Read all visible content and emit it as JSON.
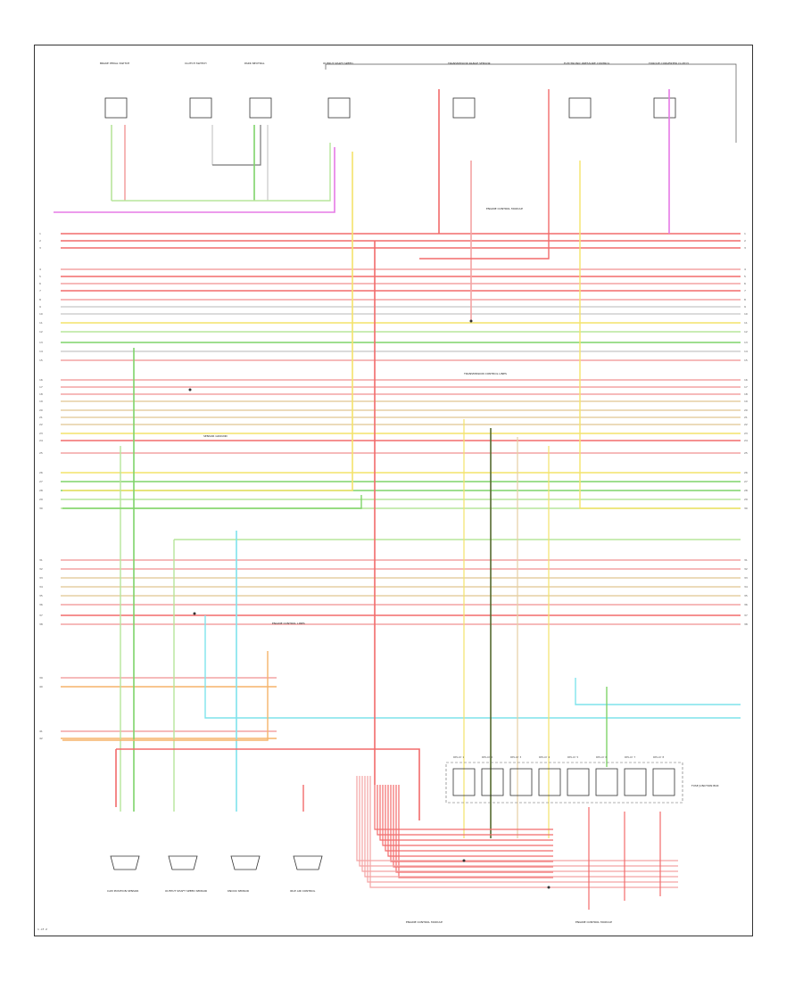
{
  "diagram": {
    "footer_code": "1 of 2",
    "module_title": "ENGINE CONTROL MODULE",
    "colors": {
      "red": "#f26b6b",
      "pink": "#f4a3a3",
      "orange": "#f6b46a",
      "yellow": "#f4e36a",
      "green": "#7fd46a",
      "light_green": "#b7e59b",
      "cyan": "#7fe3ec",
      "magenta": "#e67ae6",
      "gray": "#cfcfcf",
      "tan": "#e5cfa3"
    },
    "top_components": [
      {
        "label": "BRAKE PEDAL SWITCH",
        "icon": "switch-icon"
      },
      {
        "label": "CLUTCH SWITCH",
        "icon": "switch-icon"
      },
      {
        "label": "PARK NEUTRAL",
        "icon": "switch-icon"
      },
      {
        "label": "OUTPUT SHAFT SPEED",
        "icon": "sensor-icon"
      },
      {
        "label": "TRANSMISSION RANGE SENSOR",
        "icon": "sensor-icon"
      },
      {
        "label": "ELECTRONIC PRESSURE CONTROL",
        "icon": "solenoid-icon"
      },
      {
        "label": "TORQUE CONVERTER CLUTCH",
        "icon": "solenoid-icon"
      }
    ],
    "notes": [
      "TRANSMISSION CONTROL LINES",
      "ENGINE CONTROL LINES",
      "SENSOR GROUND",
      "ENGINE CONTROL MODULE"
    ],
    "bottom_components": [
      {
        "label": "CAM POSITION SENSOR",
        "icon": "sensor-icon"
      },
      {
        "label": "OUTPUT SHAFT SPEED SENSOR",
        "icon": "sensor-icon"
      },
      {
        "label": "KNOCK SENSOR",
        "icon": "sensor-icon"
      },
      {
        "label": "IDLE AIR CONTROL",
        "icon": "valve-icon"
      }
    ],
    "bottom_labels": [
      "ENGINE CONTROL MODULE",
      "ENGINE CONTROL MODULE"
    ],
    "relay_block_label": "FUSE JUNCTION BOX",
    "relays": [
      {
        "label": "RELAY 1"
      },
      {
        "label": "RELAY 2"
      },
      {
        "label": "RELAY 3"
      },
      {
        "label": "RELAY 4"
      },
      {
        "label": "RELAY 5"
      },
      {
        "label": "RELAY 6"
      },
      {
        "label": "RELAY 7"
      },
      {
        "label": "RELAY 8"
      }
    ],
    "wires": [
      {
        "color": "red"
      },
      {
        "color": "red"
      },
      {
        "color": "red"
      },
      {
        "color": "pink"
      },
      {
        "color": "red"
      },
      {
        "color": "pink"
      },
      {
        "color": "red"
      },
      {
        "color": "pink"
      },
      {
        "color": "gray"
      },
      {
        "color": "gray"
      },
      {
        "color": "yellow"
      },
      {
        "color": "light_green"
      },
      {
        "color": "green"
      },
      {
        "color": "gray"
      },
      {
        "color": "pink"
      },
      {
        "color": "pink"
      },
      {
        "color": "pink"
      },
      {
        "color": "pink"
      },
      {
        "color": "tan"
      },
      {
        "color": "tan"
      },
      {
        "color": "tan"
      },
      {
        "color": "tan"
      },
      {
        "color": "yellow"
      },
      {
        "color": "red"
      },
      {
        "color": "pink"
      },
      {
        "color": "yellow"
      },
      {
        "color": "green"
      },
      {
        "color": "green"
      },
      {
        "color": "light_green"
      },
      {
        "color": "light_green"
      },
      {
        "color": "pink"
      },
      {
        "color": "pink"
      },
      {
        "color": "tan"
      },
      {
        "color": "tan"
      },
      {
        "color": "tan"
      },
      {
        "color": "pink"
      },
      {
        "color": "red"
      },
      {
        "color": "pink"
      },
      {
        "color": "pink"
      },
      {
        "color": "orange"
      },
      {
        "color": "pink"
      },
      {
        "color": "orange"
      }
    ]
  }
}
